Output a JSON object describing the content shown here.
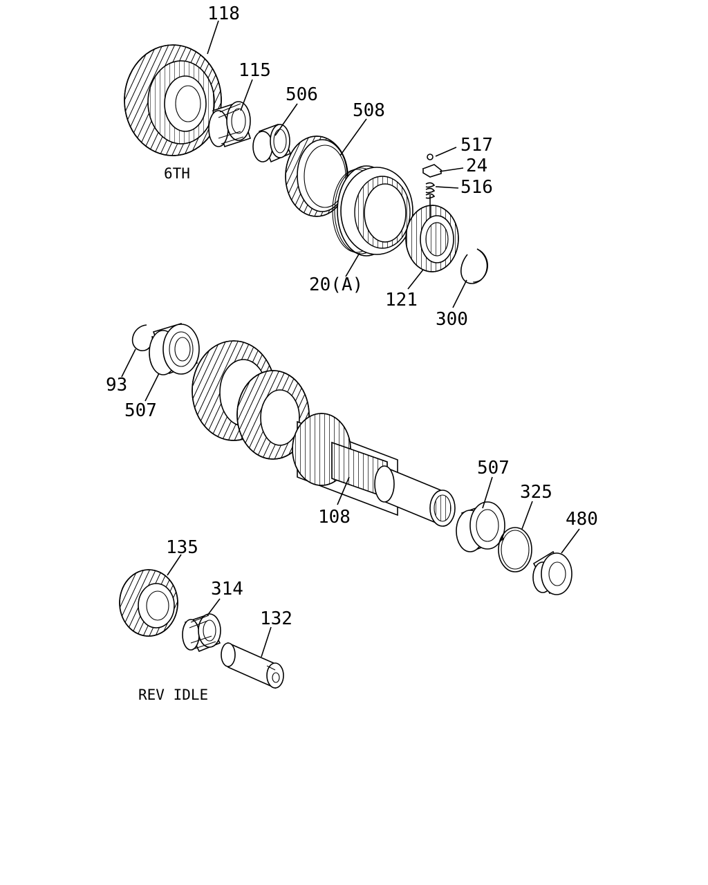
{
  "captions": {
    "sixth": "6TH",
    "rev_idle": "REV IDLE"
  },
  "labels": {
    "p118": "118",
    "p115": "115",
    "p506": "506",
    "p508": "508",
    "p517": "517",
    "p24": "24",
    "p516": "516",
    "p20a": "20(A)",
    "p121": "121",
    "p300": "300",
    "p93": "93",
    "p507a": "507",
    "p108": "108",
    "p507b": "507",
    "p325": "325",
    "p480": "480",
    "p135": "135",
    "p314": "314",
    "p132": "132"
  }
}
